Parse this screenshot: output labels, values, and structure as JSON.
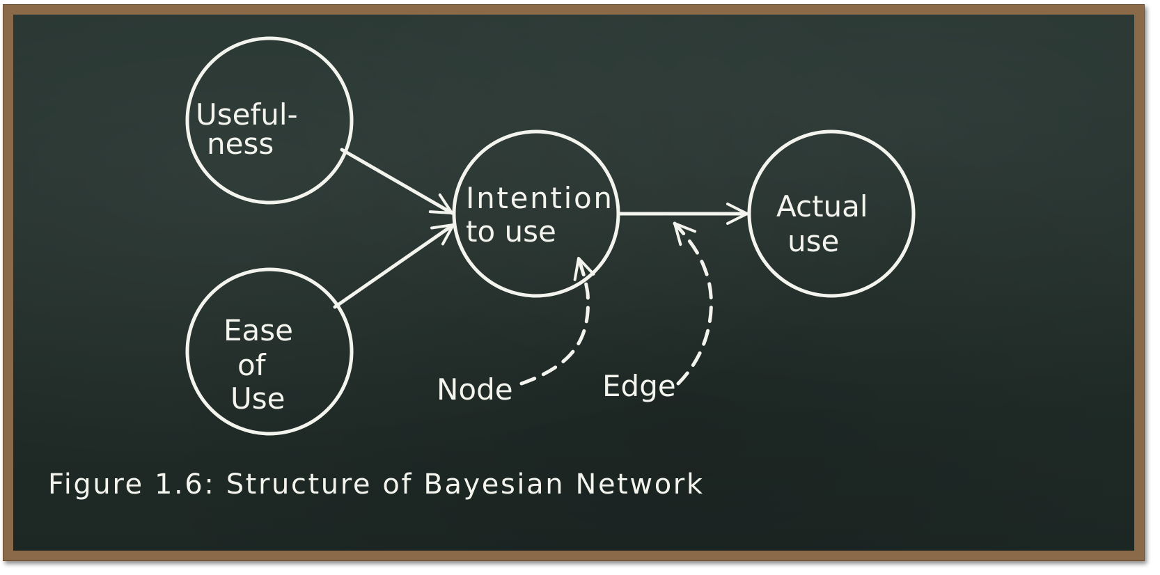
{
  "nodes": {
    "usefulness": {
      "line1": "Useful-",
      "line2": "ness"
    },
    "ease_of_use": {
      "line1": "Ease",
      "line2": "of",
      "line3": "Use"
    },
    "intention": {
      "line1": "Intention",
      "line2": "to use"
    },
    "actual_use": {
      "line1": "Actual",
      "line2": "use"
    }
  },
  "annotations": {
    "node": "Node",
    "edge": "Edge"
  },
  "caption": "Figure 1.6: Structure of Bayesian Network",
  "colors": {
    "chalk": "#f4f4ee",
    "board": "#222e2a",
    "frame": "#8a6a49"
  }
}
